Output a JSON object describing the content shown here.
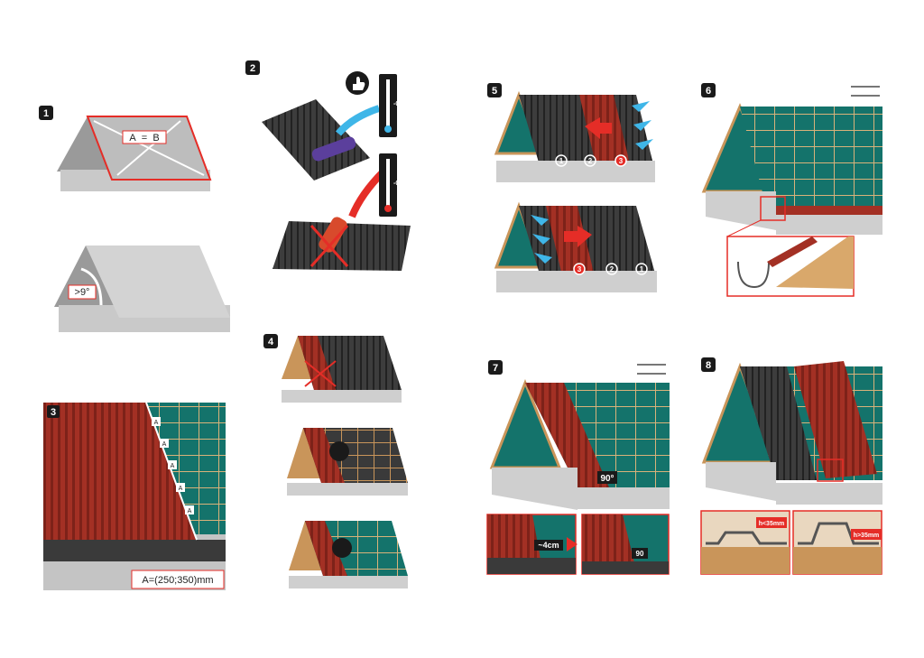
{
  "steps": [
    {
      "number": "1",
      "labels": {
        "a": "A",
        "eq": "=",
        "b": "B",
        "angle": ">9°"
      }
    },
    {
      "number": "2",
      "labels": {
        "zero_top": "-0°",
        "zero_bottom": "-0°"
      }
    },
    {
      "number": "3",
      "labels": {
        "spacing": "A=(250;350)mm",
        "mark": "A"
      }
    },
    {
      "number": "4"
    },
    {
      "number": "5",
      "labels": {
        "s1": "1",
        "s2": "2",
        "s3": "3"
      }
    },
    {
      "number": "6"
    },
    {
      "number": "7",
      "labels": {
        "angle": "90°",
        "overhang": "~4cm",
        "angle_detail": "90"
      }
    },
    {
      "number": "8",
      "labels": {
        "h_left": "h<35mm",
        "h_right": "h>35mm"
      }
    }
  ],
  "colors": {
    "sheet_red": "#a33024",
    "sheet_dark": "#3a3a3a",
    "membrane": "#14736b",
    "wood": "#c9955a",
    "wall": "#cfcfcf",
    "arrow_red": "#e52d27",
    "arrow_blue": "#3fb6e8",
    "badge": "#1a1a1a"
  },
  "icons": [
    "thumbs-up-icon",
    "thermometer-icon",
    "drill-icon",
    "nail-icon",
    "wind-arrow-icon"
  ]
}
